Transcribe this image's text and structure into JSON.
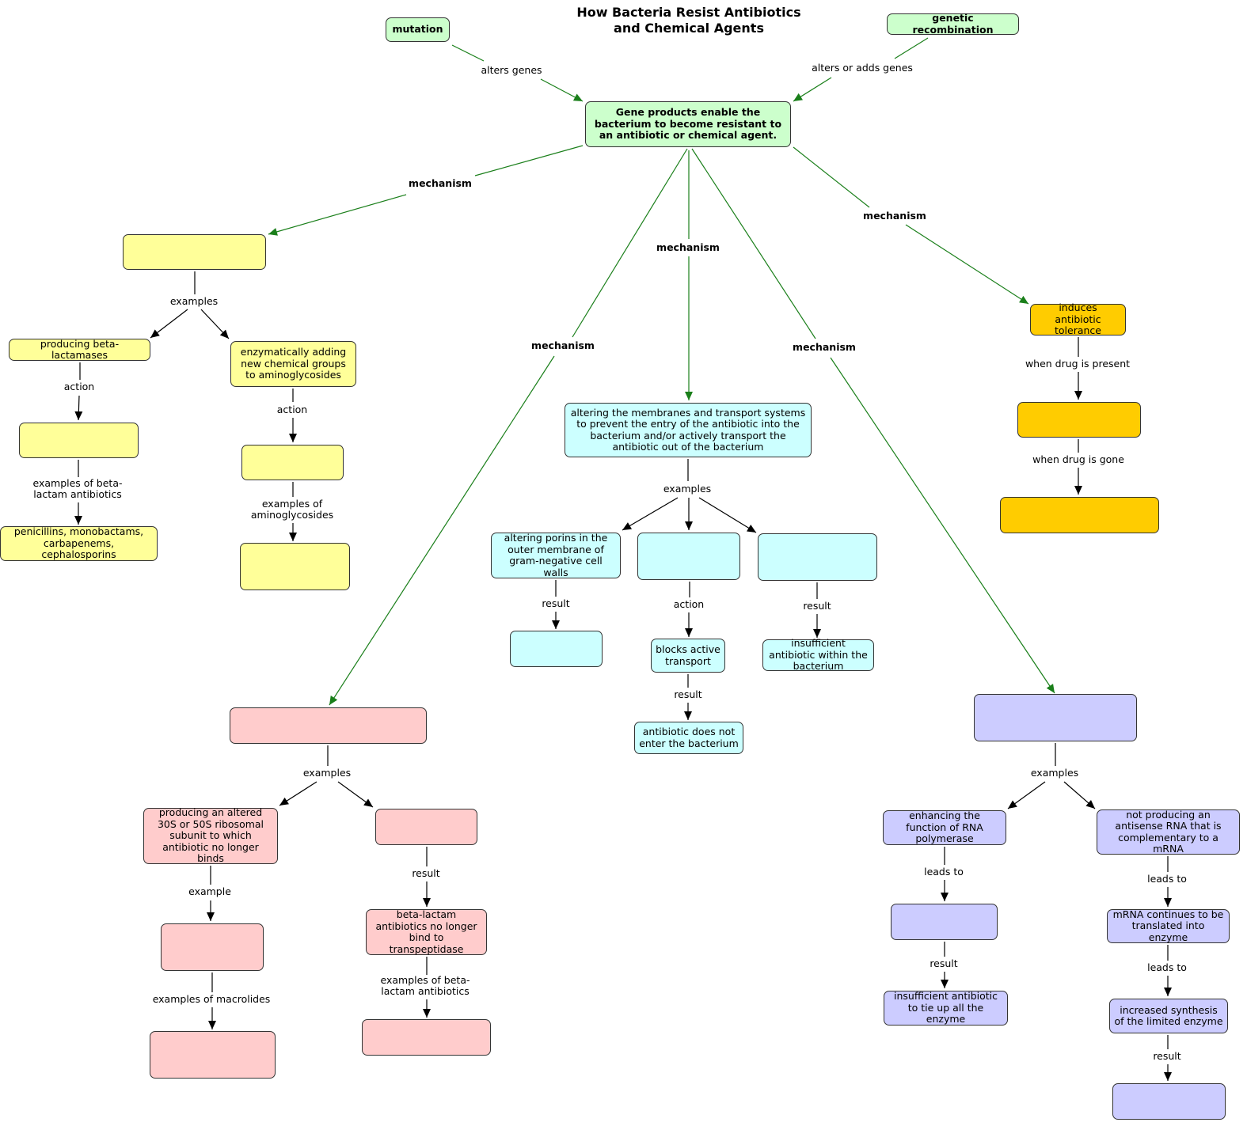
{
  "title": "How Bacteria Resist Antibiotics\nand Chemical Agents",
  "colors": {
    "green": "#ccffcc",
    "yellow": "#ffff99",
    "cyan": "#ccffff",
    "pink": "#ffcccc",
    "purple": "#ccccff",
    "orange": "#ffcc00",
    "arrow_green": "#1a7f1a",
    "arrow_black": "#000000"
  },
  "nodes": {
    "mutation": "mutation",
    "genetic_recombination": "genetic recombination",
    "gene_products": "Gene products enable the bacterium to become resistant to an antibiotic or chemical agent.",
    "yellow_blank_1": "",
    "producing_beta_lactamases": "producing beta-lactamases",
    "enzymatically_adding": "enzymatically adding new chemical groups to aminoglycosides",
    "yellow_blank_2": "",
    "yellow_blank_3": "",
    "penicillins_etc": "penicillins, monobactams, carbapenems, cephalosporins",
    "yellow_blank_4": "",
    "altering_membranes": "altering the membranes and transport systems to prevent the entry of the antibiotic into the bacterium and/or actively transport the antibiotic out of the bacterium",
    "altering_porins": "altering porins in the outer membrane of gram-negative cell walls",
    "cyan_blank_1": "",
    "cyan_blank_2": "",
    "cyan_blank_3": "",
    "blocks_active_transport": "blocks active transport",
    "insufficient_within": "insufficient antibiotic within the bacterium",
    "does_not_enter": "antibiotic does not enter the bacterium",
    "induces_tolerance": "induces antibiotic tolerance",
    "orange_blank_1": "",
    "orange_blank_2": "",
    "pink_blank_1": "",
    "producing_altered_ribosome": "producing an altered 30S or 50S ribosomal subunit to which antibiotic no longer binds",
    "pink_blank_2": "",
    "pink_blank_3": "",
    "beta_lactam_no_bind": "beta-lactam antibiotics no longer bind to transpeptidase",
    "pink_blank_4": "",
    "pink_blank_5": "",
    "purple_blank_1": "",
    "enhancing_rna_pol": "enhancing the function of RNA polymerase",
    "not_producing_antisense": "not producing an antisense RNA that is complementary to a mRNA",
    "purple_blank_2": "",
    "insufficient_tie_up": "insufficient antibiotic to tie up all the enzyme",
    "mrna_continues": "mRNA continues to be translated into enzyme",
    "increased_synthesis": "increased synthesis of the limited enzyme",
    "purple_blank_3": ""
  },
  "links": {
    "alters_genes": "alters genes",
    "alters_or_adds_genes": "alters or adds genes",
    "mechanism_1": "mechanism",
    "mechanism_2": "mechanism",
    "mechanism_3": "mechanism",
    "mechanism_4": "mechanism",
    "mechanism_5": "mechanism",
    "examples_yellow": "examples",
    "action_1": "action",
    "action_2": "action",
    "examples_beta_lactam_1": "examples of beta-\nlactam antibiotics",
    "examples_aminoglycosides": "examples of\naminoglycosides",
    "examples_cyan": "examples",
    "result_porins": "result",
    "action_cyan": "action",
    "result_cyan_3": "result",
    "result_blocks": "result",
    "when_drug_present": "when drug is present",
    "when_drug_gone": "when drug is gone",
    "examples_pink": "examples",
    "example_ribosome": "example",
    "examples_macrolides": "examples of macrolides",
    "result_pink": "result",
    "examples_beta_lactam_2": "examples of beta-\nlactam antibiotics",
    "examples_purple": "examples",
    "leads_to_1": "leads to",
    "result_purple_1": "result",
    "leads_to_2": "leads to",
    "leads_to_3": "leads to",
    "result_purple_2": "result"
  }
}
